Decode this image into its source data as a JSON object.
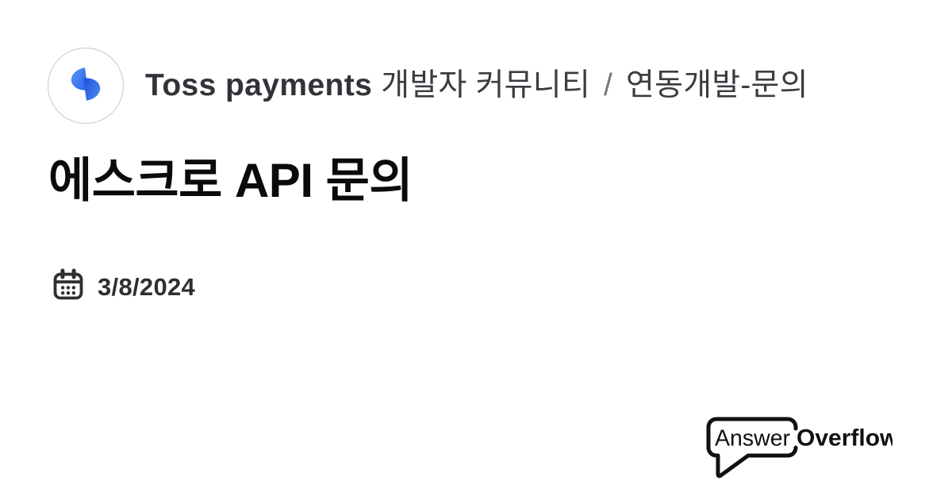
{
  "header": {
    "brand_bold": "Toss payments",
    "community": "개발자 커뮤니티",
    "separator": "/",
    "channel": "연동개발-문의"
  },
  "post": {
    "title": "에스크로 API 문의",
    "date": "3/8/2024"
  },
  "footer_brand": {
    "regular": "Answer",
    "bold": "Overflow"
  },
  "colors": {
    "background": "#ffffff",
    "header_text": "#3b3c41",
    "separator_gray": "#75757d",
    "title_black": "#0b0b0c",
    "date_gray": "#2e2f33",
    "brand_black": "#111111",
    "avatar_border": "#c8c8cd",
    "toss_blue_light": "#5b97f7",
    "toss_blue": "#2f6bee",
    "toss_blue_dark": "#1e50d8"
  }
}
